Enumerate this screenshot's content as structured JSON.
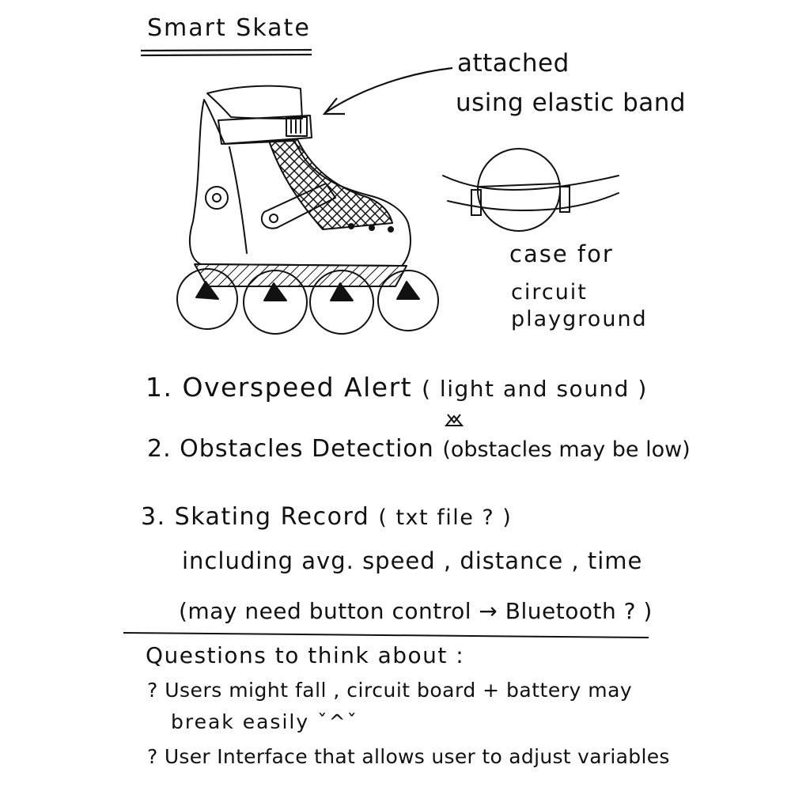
{
  "title": "Smart Skate",
  "annotations": {
    "attached": "attached",
    "elastic_band": "using elastic band",
    "case_line1": "case for",
    "case_line2": "circuit",
    "case_line3": "playground"
  },
  "features": [
    {
      "number": "1.",
      "name": "Overspeed Alert",
      "detail": "( light and sound )"
    },
    {
      "number": "2.",
      "name": "Obstacles Detection",
      "detail": "(obstacles may be low)"
    },
    {
      "number": "3.",
      "name": "Skating Record",
      "detail": "( txt file ? )",
      "line2": "including avg. speed , distance , time",
      "line3": "(may need button control → Bluetooth ? )"
    }
  ],
  "questions": {
    "heading": "Questions to think about :",
    "items": [
      {
        "marker": "?",
        "line1": "Users might fall , circuit board + battery may",
        "line2": "break easily",
        "emoji": "ˇ^ˇ"
      },
      {
        "marker": "?",
        "line1": "User Interface that allows user to adjust variables"
      }
    ]
  },
  "colors": {
    "ink": "#111111",
    "paper": "#ffffff"
  }
}
